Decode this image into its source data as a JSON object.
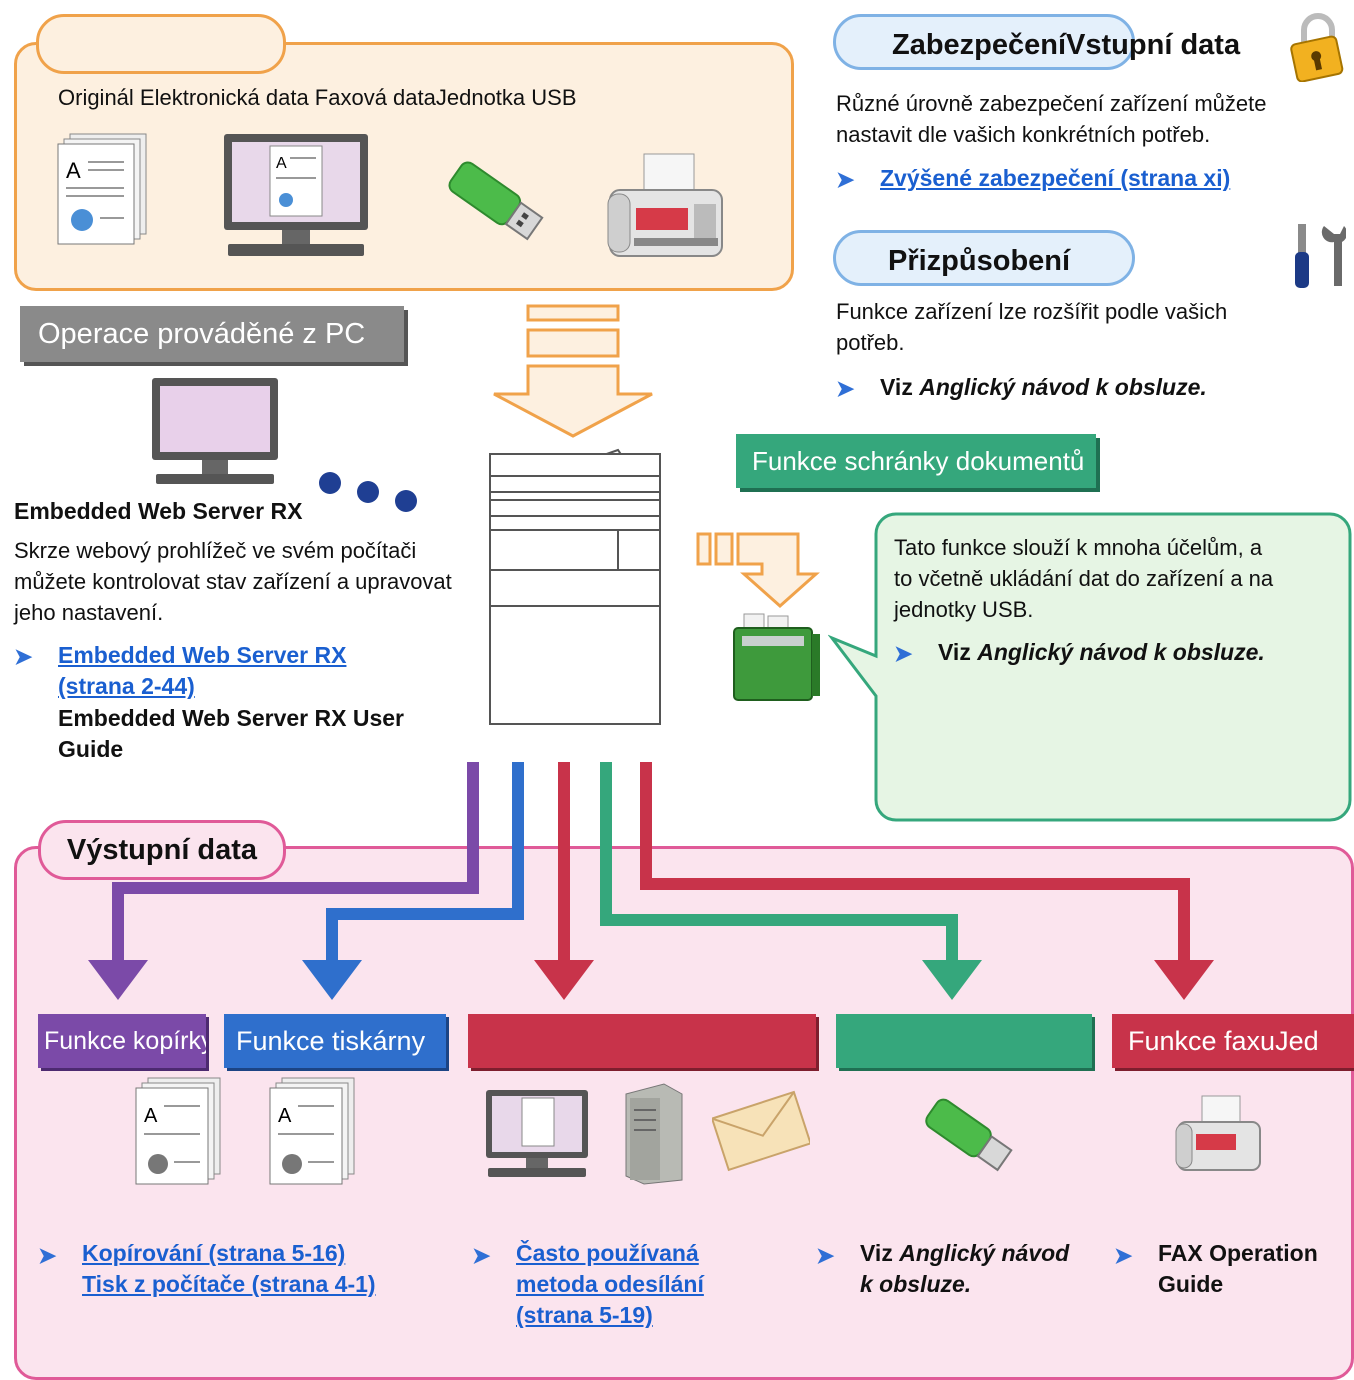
{
  "input": {
    "tab_label": "",
    "sources_label": "Originál Elektronická data Faxová dataJednotka USB"
  },
  "pc": {
    "banner": "Operace prováděné z PC",
    "title": "Embedded Web Server RX",
    "description": "Skrze webový prohlížeč ve svém počítači můžete kontrolovat stav zařízení a upravovat jeho nastavení.",
    "link_line1": "Embedded Web Server RX ",
    "link_line2": "(strana 2-44)",
    "guide_line1": "Embedded Web Server RX User",
    "guide_line2": "Guide"
  },
  "security": {
    "pill": "ZabezpečeníVstupní data",
    "desc_line1": "Různé úrovně zabezpečení zařízení můžete",
    "desc_line2": "nastavit dle vašich konkrétních potřeb.",
    "link": "Zvýšené zabezpečení (strana xi)"
  },
  "custom": {
    "pill": "Přizpůsobení",
    "desc_line1": "Funkce zařízení lze rozšířit podle vašich",
    "desc_line2": "potřeb.",
    "ref_prefix": "Viz ",
    "ref_em": "Anglický návod k obsluze."
  },
  "docbox": {
    "banner": "Funkce schránky dokumentů",
    "line1": "Tato funkce slouží k mnoha účelům, a",
    "line2": "to včetně ukládání dat do zařízení a na",
    "line3": "jednotky USB.",
    "ref_prefix": "Viz ",
    "ref_em": "Anglický návod k obsluze."
  },
  "output": {
    "tab_label": "Výstupní data",
    "bands": {
      "copy": "Funkce kopírky",
      "print": "Funkce tiskárny",
      "send": "",
      "usb": "",
      "fax": "Funkce faxuJed"
    },
    "copy_link": "Kopírování (strana 5-16)",
    "print_link": "Tisk z počítače (strana 4-1)",
    "send_link1": "Často používaná ",
    "send_link2": "metoda odesílání ",
    "send_link3": "(strana 5-19)",
    "usb_ref_prefix": "Viz ",
    "usb_ref_em": "Anglický návod",
    "usb_ref_line2": "k obsluze.",
    "fax_guide1": "FAX Operation",
    "fax_guide2": "Guide"
  },
  "colors": {
    "purple": "#7b4aa8",
    "blue": "#2f6fcc",
    "red": "#c8334a",
    "green": "#35a77c",
    "orange": "#f0a24a",
    "gray_banner": "#8a8a8a"
  }
}
